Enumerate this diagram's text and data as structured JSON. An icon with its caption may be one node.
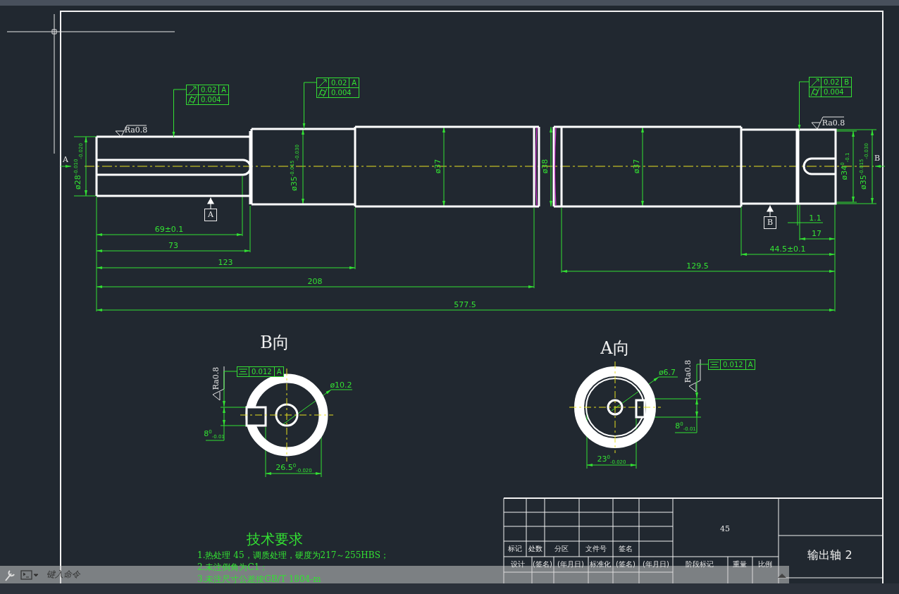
{
  "diagram": {
    "nodes": [
      {
        "text": [
          "0.02",
          "A",
          "0.004"
        ]
      },
      {
        "text": [
          "0.02",
          "A",
          "0.004"
        ]
      },
      {
        "text": [
          "0.02",
          "B",
          "0.004"
        ]
      },
      {
        "text": [
          "0.012",
          "A"
        ]
      },
      {
        "text": [
          "0.012",
          "A"
        ]
      },
      {
        "text": [
          "A"
        ]
      },
      {
        "text": [
          "B"
        ]
      },
      {
        "text": [],
        "shape": "picture"
      },
      {
        "text": [],
        "shape": "picture"
      },
      {
        "text": [],
        "shape": "picture"
      }
    ],
    "edges": [
      {
        "from": 0,
        "to": 7,
        "arrow": "to"
      },
      {
        "from": 1,
        "to": 7,
        "arrow": "to"
      },
      {
        "from": 2,
        "to": 7,
        "arrow": "to"
      },
      {
        "from": 3,
        "to": 8,
        "arrow": "to"
      },
      {
        "from": 4,
        "to": 9,
        "arrow": "to"
      },
      {
        "from": 5,
        "to": 7,
        "arrow": "to",
        "color": "#ffffff"
      },
      {
        "from": 6,
        "to": 7,
        "arrow": "to",
        "color": "#ffffff"
      }
    ],
    "labels": [
      "A",
      "Ra0.8",
      "ø28$^{-0.010}$$_{-0.020}$",
      "ø35$^{-0.015}$$_{-0.030}$",
      "ø37",
      "ø38",
      "ø37",
      "Ra0.8",
      "ø34$^{0}$$_{-0.1}$",
      "ø35$^{-0.015}$$_{-0.030}$",
      "B",
      "1.1",
      "69±0.1",
      "17",
      "73",
      "44.5±0.1",
      "123",
      "129.5",
      "208",
      "577.5",
      "B向",
      "A向",
      "Ra0.8",
      "ø10.2",
      "ø6.7",
      "Ra0.8",
      "8$^{0}$$_{-0.01}$",
      "8$^{0}$$_{-0.01}$",
      "26.5$^{0}$$_{-0.020}$",
      "23$^{0}$$_{-0.020}$",
      "45",
      "技术要求",
      "1.热处理 45，调质处理，硬度为217～255HBS；",
      "标记",
      "处数",
      "分区",
      "文件号",
      "签名",
      "输出轴 2",
      "2.未注倒角为C1；",
      "设计",
      "(签名)",
      "(年月日)",
      "标准化",
      "(签名)",
      "(年月日)",
      "阶段标记",
      "重量",
      "比例",
      "3.未注尺寸公差按GB/T 1804-m",
      "键入命令"
    ]
  }
}
